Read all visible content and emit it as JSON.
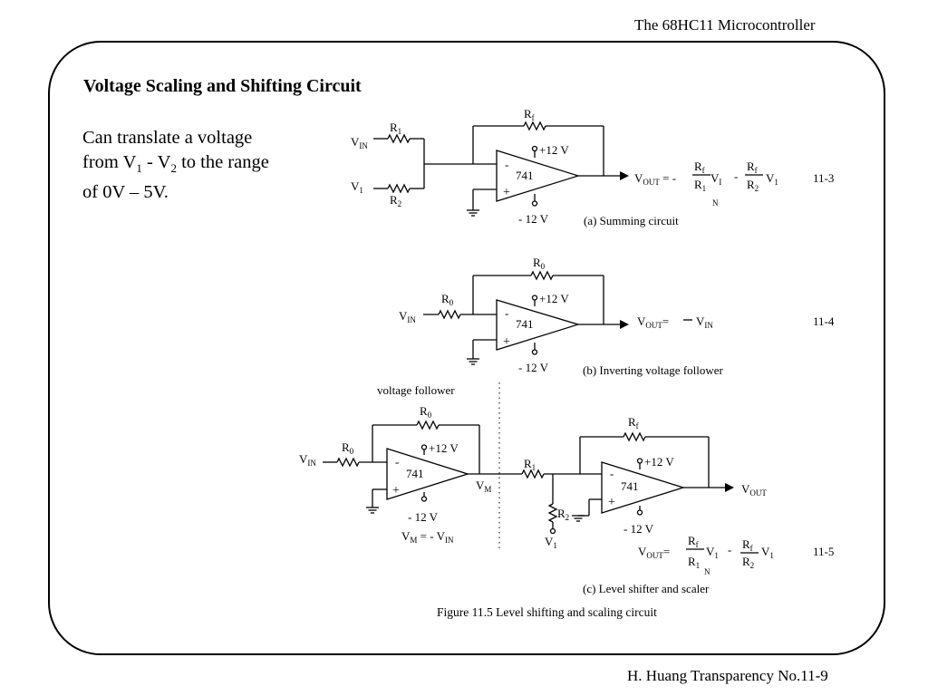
{
  "header": {
    "title": "The 68HC11 Microcontroller"
  },
  "slide": {
    "title": "Voltage Scaling and Shifting Circuit",
    "body_lines": [
      {
        "pre": "Can translate a voltage"
      },
      {
        "pre": "from V",
        "sub1": "1",
        "mid": " - V",
        "sub2": "2",
        "post": " to the range"
      },
      {
        "pre": "of 0V – 5V."
      }
    ]
  },
  "circuit_a": {
    "vin_label": "V",
    "vin_sub": "IN",
    "v1_label": "V",
    "v1_sub": "1",
    "r1_label": "R",
    "r1_sub": "1",
    "r2_label": "R",
    "r2_sub": "2",
    "rf_label": "R",
    "rf_sub": "f",
    "opamp": "741",
    "vpos": "+12 V",
    "vneg": "- 12 V",
    "caption": "(a) Summing circuit",
    "eq_number": "11-3"
  },
  "circuit_b": {
    "vin_label": "V",
    "vin_sub": "IN",
    "r0_label": "R",
    "r0_sub": "0",
    "opamp": "741",
    "vpos": "+12 V",
    "vneg": "- 12 V",
    "caption": "(b) Inverting voltage follower",
    "eq_number": "11-4"
  },
  "circuit_c": {
    "follower_label": "voltage follower",
    "vin_label": "V",
    "vin_sub": "IN",
    "r0_label": "R",
    "r0_sub": "0",
    "vm_label": "V",
    "vm_sub": "M",
    "r1_label": "R",
    "r1_sub": "1",
    "r2_label": "R",
    "r2_sub": "2",
    "rf_label": "R",
    "rf_sub": "f",
    "v1_label": "V",
    "v1_sub": "1",
    "vout_label": "V",
    "vout_sub": "OUT",
    "opamp": "741",
    "vpos": "+12 V",
    "vneg": "- 12 V",
    "caption": "(c) Level shifter and scaler",
    "eq_number": "11-5"
  },
  "figure": {
    "caption": "Figure 11.5 Level shifting and scaling circuit"
  },
  "footer": {
    "text": "H. Huang Transparency No.11-9"
  }
}
